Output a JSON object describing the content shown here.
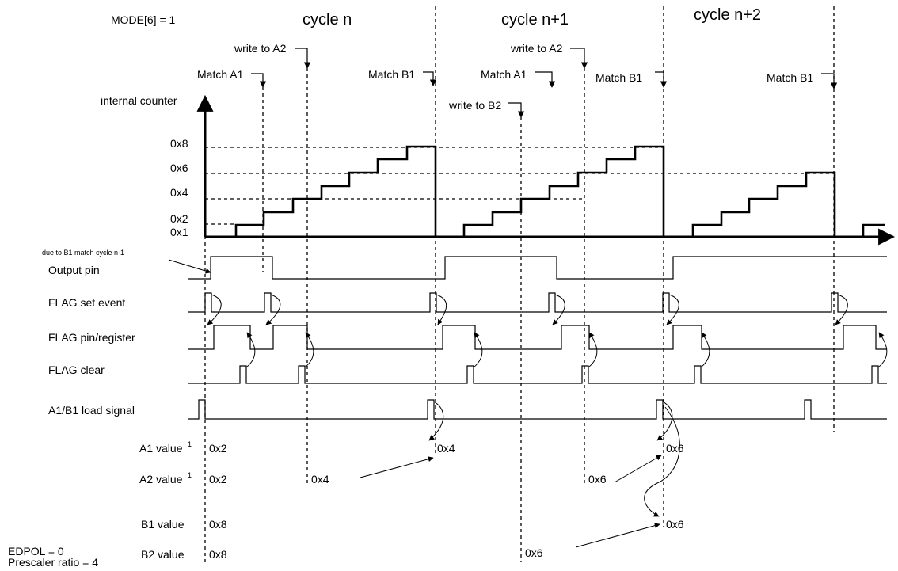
{
  "mode_label": "MODE[6] = 1",
  "cycles": [
    "cycle n",
    "cycle n+1",
    "cycle n+2"
  ],
  "events": {
    "write_a2": "write to A2",
    "write_b2": "write to B2",
    "match_a1": "Match A1",
    "match_b1": "Match B1"
  },
  "counter": {
    "axis_label": "internal counter",
    "ticks": [
      "0x8",
      "0x6",
      "0x4",
      "0x2",
      "0x1"
    ],
    "note": "due to B1 match cycle n-1"
  },
  "signals": {
    "output_pin": "Output pin",
    "flag_set": "FLAG set event",
    "flag_pin": "FLAG pin/register",
    "flag_clear": "FLAG clear",
    "load_signal": "A1/B1 load signal"
  },
  "registers": {
    "a1_label": "A1 value",
    "a2_label": "A2 value",
    "b1_label": "B1 value",
    "b2_label": "B2 value",
    "footnote_mark": "1",
    "a1_values": [
      "0x2",
      "0x4",
      "0x6"
    ],
    "a2_values": [
      "0x2",
      "0x4",
      "0x6"
    ],
    "b1_values": [
      "0x8",
      "0x6"
    ],
    "b2_values": [
      "0x8",
      "0x6"
    ]
  },
  "footer": {
    "edpol": "EDPOL = 0",
    "prescaler": "Prescaler ratio = 4"
  }
}
